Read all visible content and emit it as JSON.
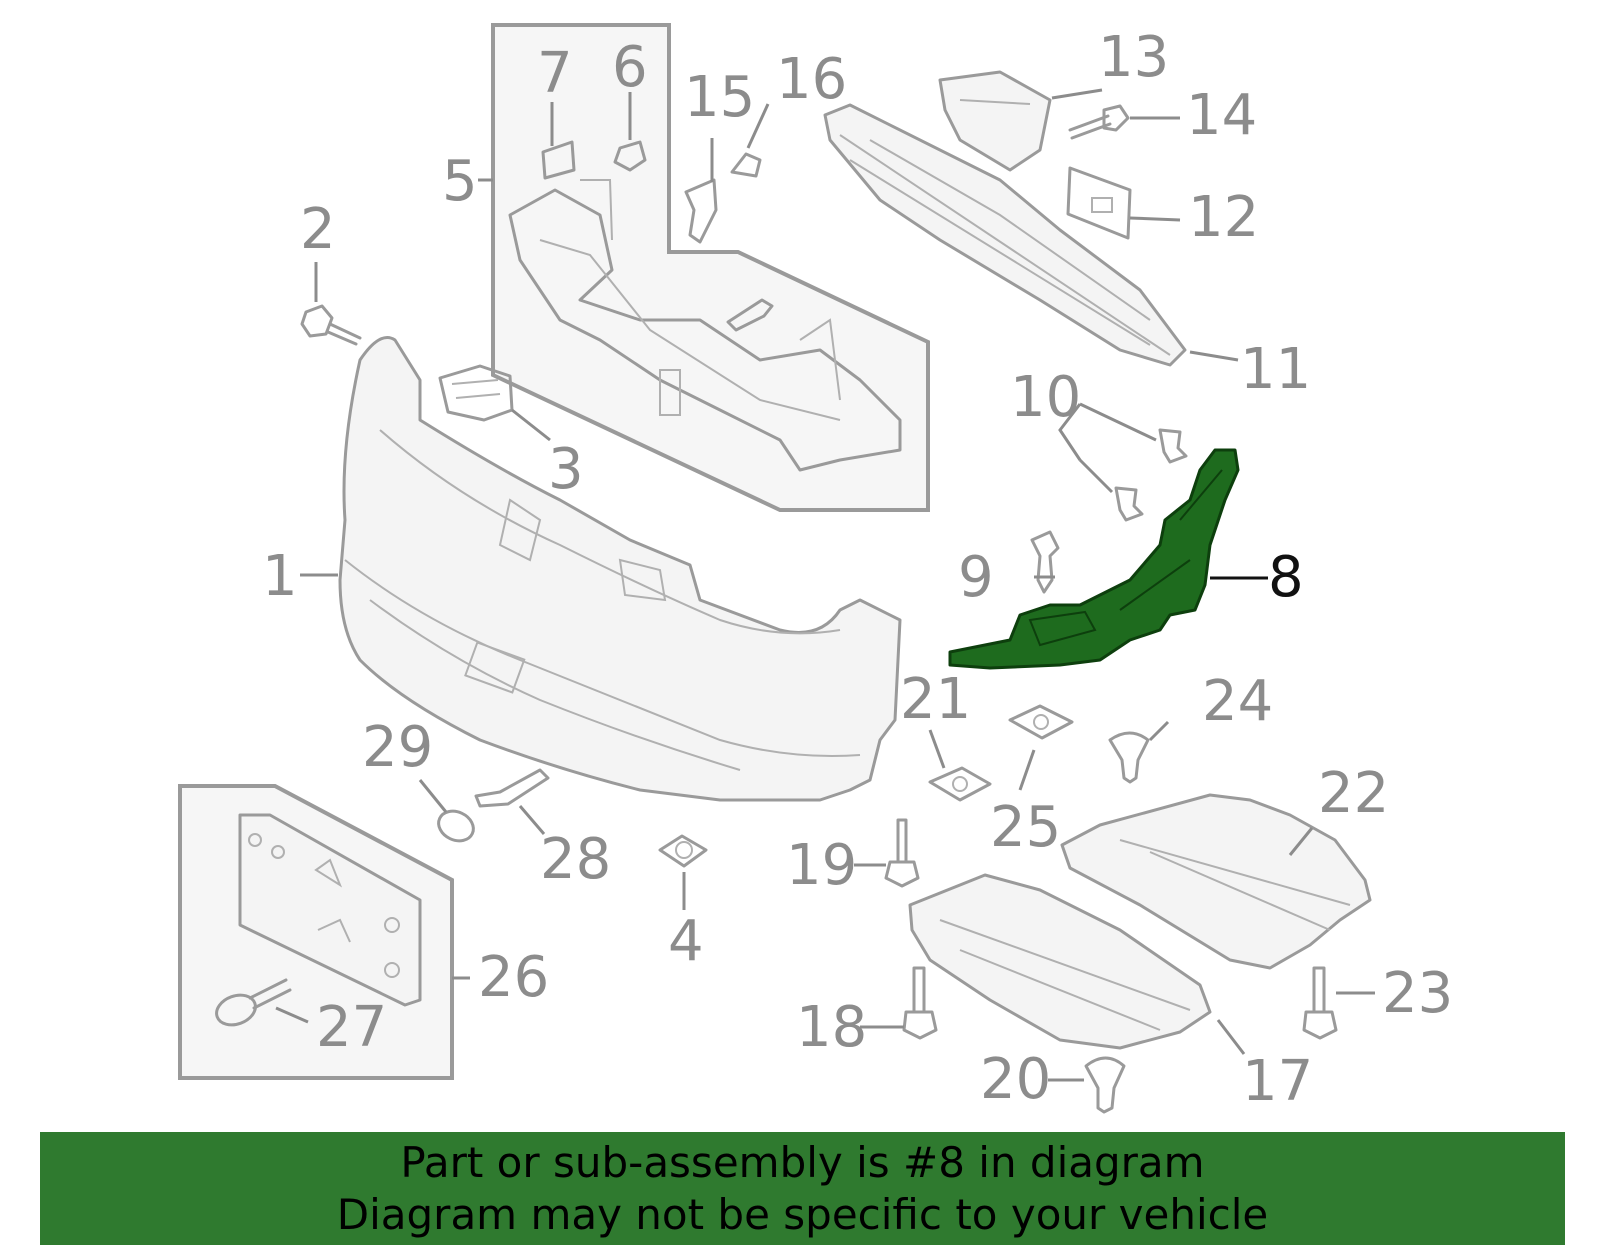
{
  "diagram": {
    "highlighted_part": "8",
    "highlight_color": "#1e6b1e",
    "callouts": {
      "c1": "1",
      "c2": "2",
      "c3": "3",
      "c4": "4",
      "c5": "5",
      "c6": "6",
      "c7": "7",
      "c8": "8",
      "c9": "9",
      "c10": "10",
      "c11": "11",
      "c12": "12",
      "c13": "13",
      "c14": "14",
      "c15": "15",
      "c16": "16",
      "c17": "17",
      "c18": "18",
      "c19": "19",
      "c20": "20",
      "c21": "21",
      "c22": "22",
      "c23": "23",
      "c24": "24",
      "c25": "25",
      "c26": "26",
      "c27": "27",
      "c28": "28",
      "c29": "29"
    }
  },
  "banner": {
    "line1": "Part or sub-assembly is #8 in diagram",
    "line2": "Diagram may not be specific to your vehicle",
    "background": "#2f7a2f"
  }
}
